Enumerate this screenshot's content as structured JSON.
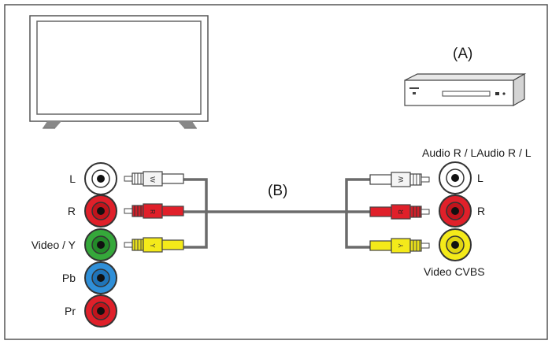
{
  "labels": {
    "device": "(A)",
    "cable": "(B)",
    "left_ports": {
      "l": "L",
      "r": "R",
      "video_y": "Video / Y",
      "pb": "Pb",
      "pr": "Pr"
    },
    "right_ports": {
      "audio_header": "Audio R / LAudio R / L",
      "l": "L",
      "r": "R",
      "video": "Video CVBS"
    },
    "plug_marks": {
      "white": "W",
      "red": "R",
      "yellow": "Y"
    }
  },
  "colors": {
    "white_port": "#ffffff",
    "red_port": "#e0202a",
    "green_port": "#35a83a",
    "blue_port": "#2f8fd8",
    "yellow_port": "#f4ea1a",
    "cable": "#6b6b6b",
    "outline": "#333333"
  }
}
